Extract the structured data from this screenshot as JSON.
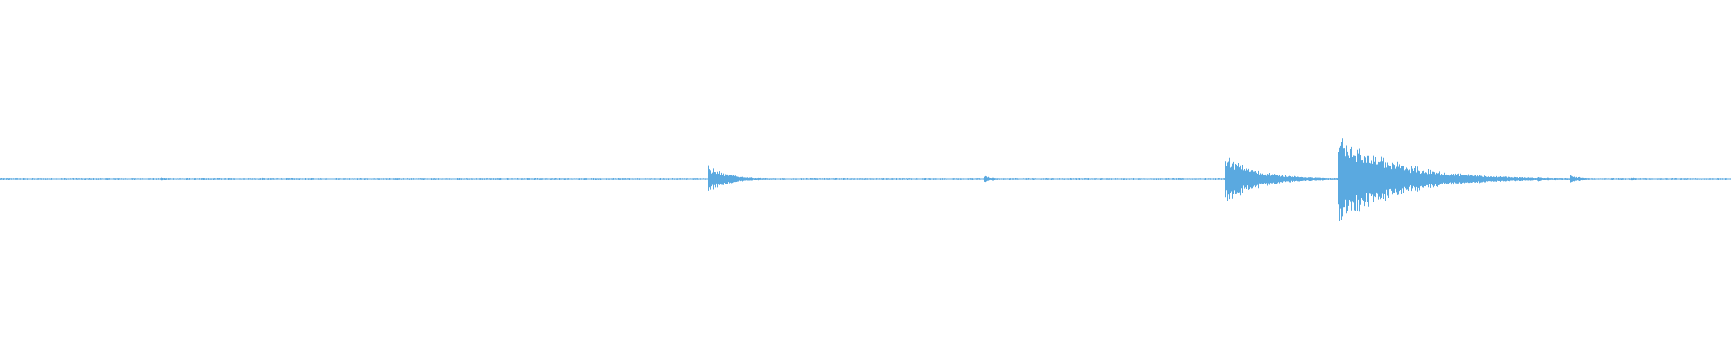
{
  "waveform": {
    "color": "#5aa9e0",
    "background": "#ffffff",
    "noise_floor": 0.012,
    "events": [
      {
        "time": 0.0,
        "peak": 0.02
      },
      {
        "time": 0.093,
        "peak": 0.03
      },
      {
        "time": 0.312,
        "peak": 0.02
      },
      {
        "time": 0.409,
        "peak": 0.28
      },
      {
        "time": 0.568,
        "peak": 0.07
      },
      {
        "time": 0.708,
        "peak": 0.5
      },
      {
        "time": 0.773,
        "peak": 0.95
      },
      {
        "time": 0.868,
        "peak": 0.05
      },
      {
        "time": 0.888,
        "peak": 0.05
      },
      {
        "time": 0.907,
        "peak": 0.09
      },
      {
        "time": 0.942,
        "peak": 0.03
      }
    ]
  }
}
